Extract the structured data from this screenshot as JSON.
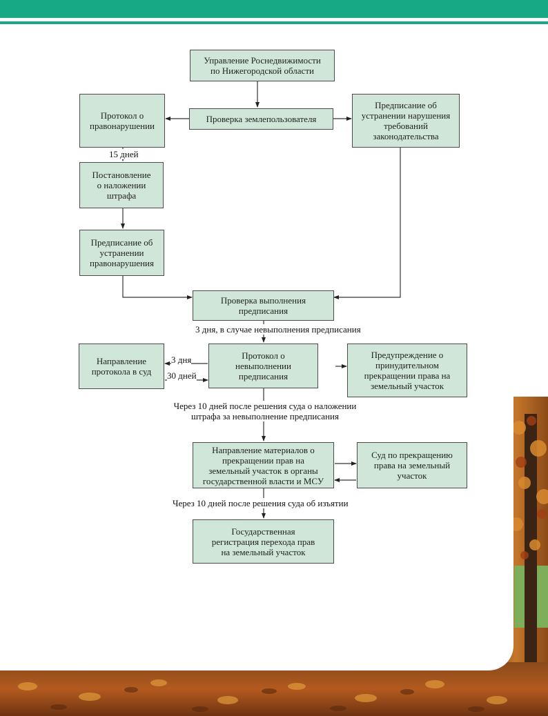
{
  "colors": {
    "header": "#17a885",
    "box_fill": "#cfe6d8",
    "line": "#333333"
  },
  "diagram": {
    "boxes": {
      "rosned": "Управление Роснедвижимости\nпо Нижегородской области",
      "check": "Проверка землепользователя",
      "protocol": "Протокол о\nправонарушении",
      "order_law": "Предписание об\nустранении нарушения\nтребований\nзаконодательства",
      "fine": "Постановление\nо наложении\nштрафа",
      "order_fix": "Предписание об\nустранении\nправонарушения",
      "check_exec": "Проверка выполнения\nпредписания",
      "court_send": "Направление\nпротокола в суд",
      "protocol_fail": "Протокол о\nневыполнении\nпредписания",
      "warning": "Предупреждение о\nпринудительном\nпрекращении права на\nземельный участок",
      "materials": "Направление материалов о\nпрекращении прав на\nземельный участок в органы\nгосударственной власти и МСУ",
      "court_end": "Суд по прекращению\nправа на земельный\nучасток",
      "registration": "Государственная\nрегистрация перехода прав\nна земельный участок"
    },
    "labels": {
      "days15": "15 дней",
      "days3_fail": "3 дня, в случае невыполнения предписания",
      "days3": "3 дня",
      "days30": "30 дней",
      "after_court_fine": "Через 10 дней после решения суда о наложении\nштрафа за невыполнение предписания",
      "after_court_seize": "Через 10 дней после решения суда об изъятии"
    }
  }
}
